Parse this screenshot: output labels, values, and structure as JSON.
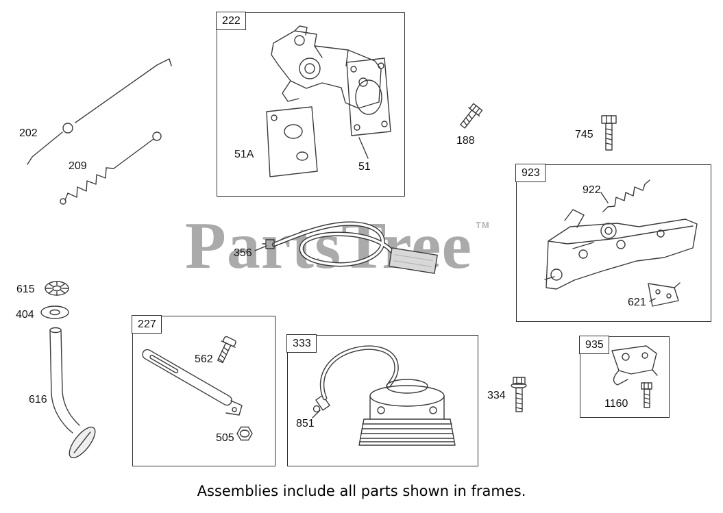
{
  "diagram": {
    "watermark": "PartsTree",
    "watermark_tm": "TM",
    "footer_note": "Assemblies include all parts shown in frames.",
    "frames": [
      {
        "label": "222",
        "parts": [
          "51A",
          "51"
        ]
      },
      {
        "label": "923",
        "parts": [
          "922",
          "621"
        ]
      },
      {
        "label": "227",
        "parts": [
          "562",
          "505"
        ]
      },
      {
        "label": "333",
        "parts": [
          "851"
        ]
      },
      {
        "label": "935",
        "parts": [
          "1160"
        ]
      }
    ],
    "loose_parts": [
      "202",
      "209",
      "188",
      "745",
      "356",
      "615",
      "404",
      "616",
      "334"
    ]
  }
}
